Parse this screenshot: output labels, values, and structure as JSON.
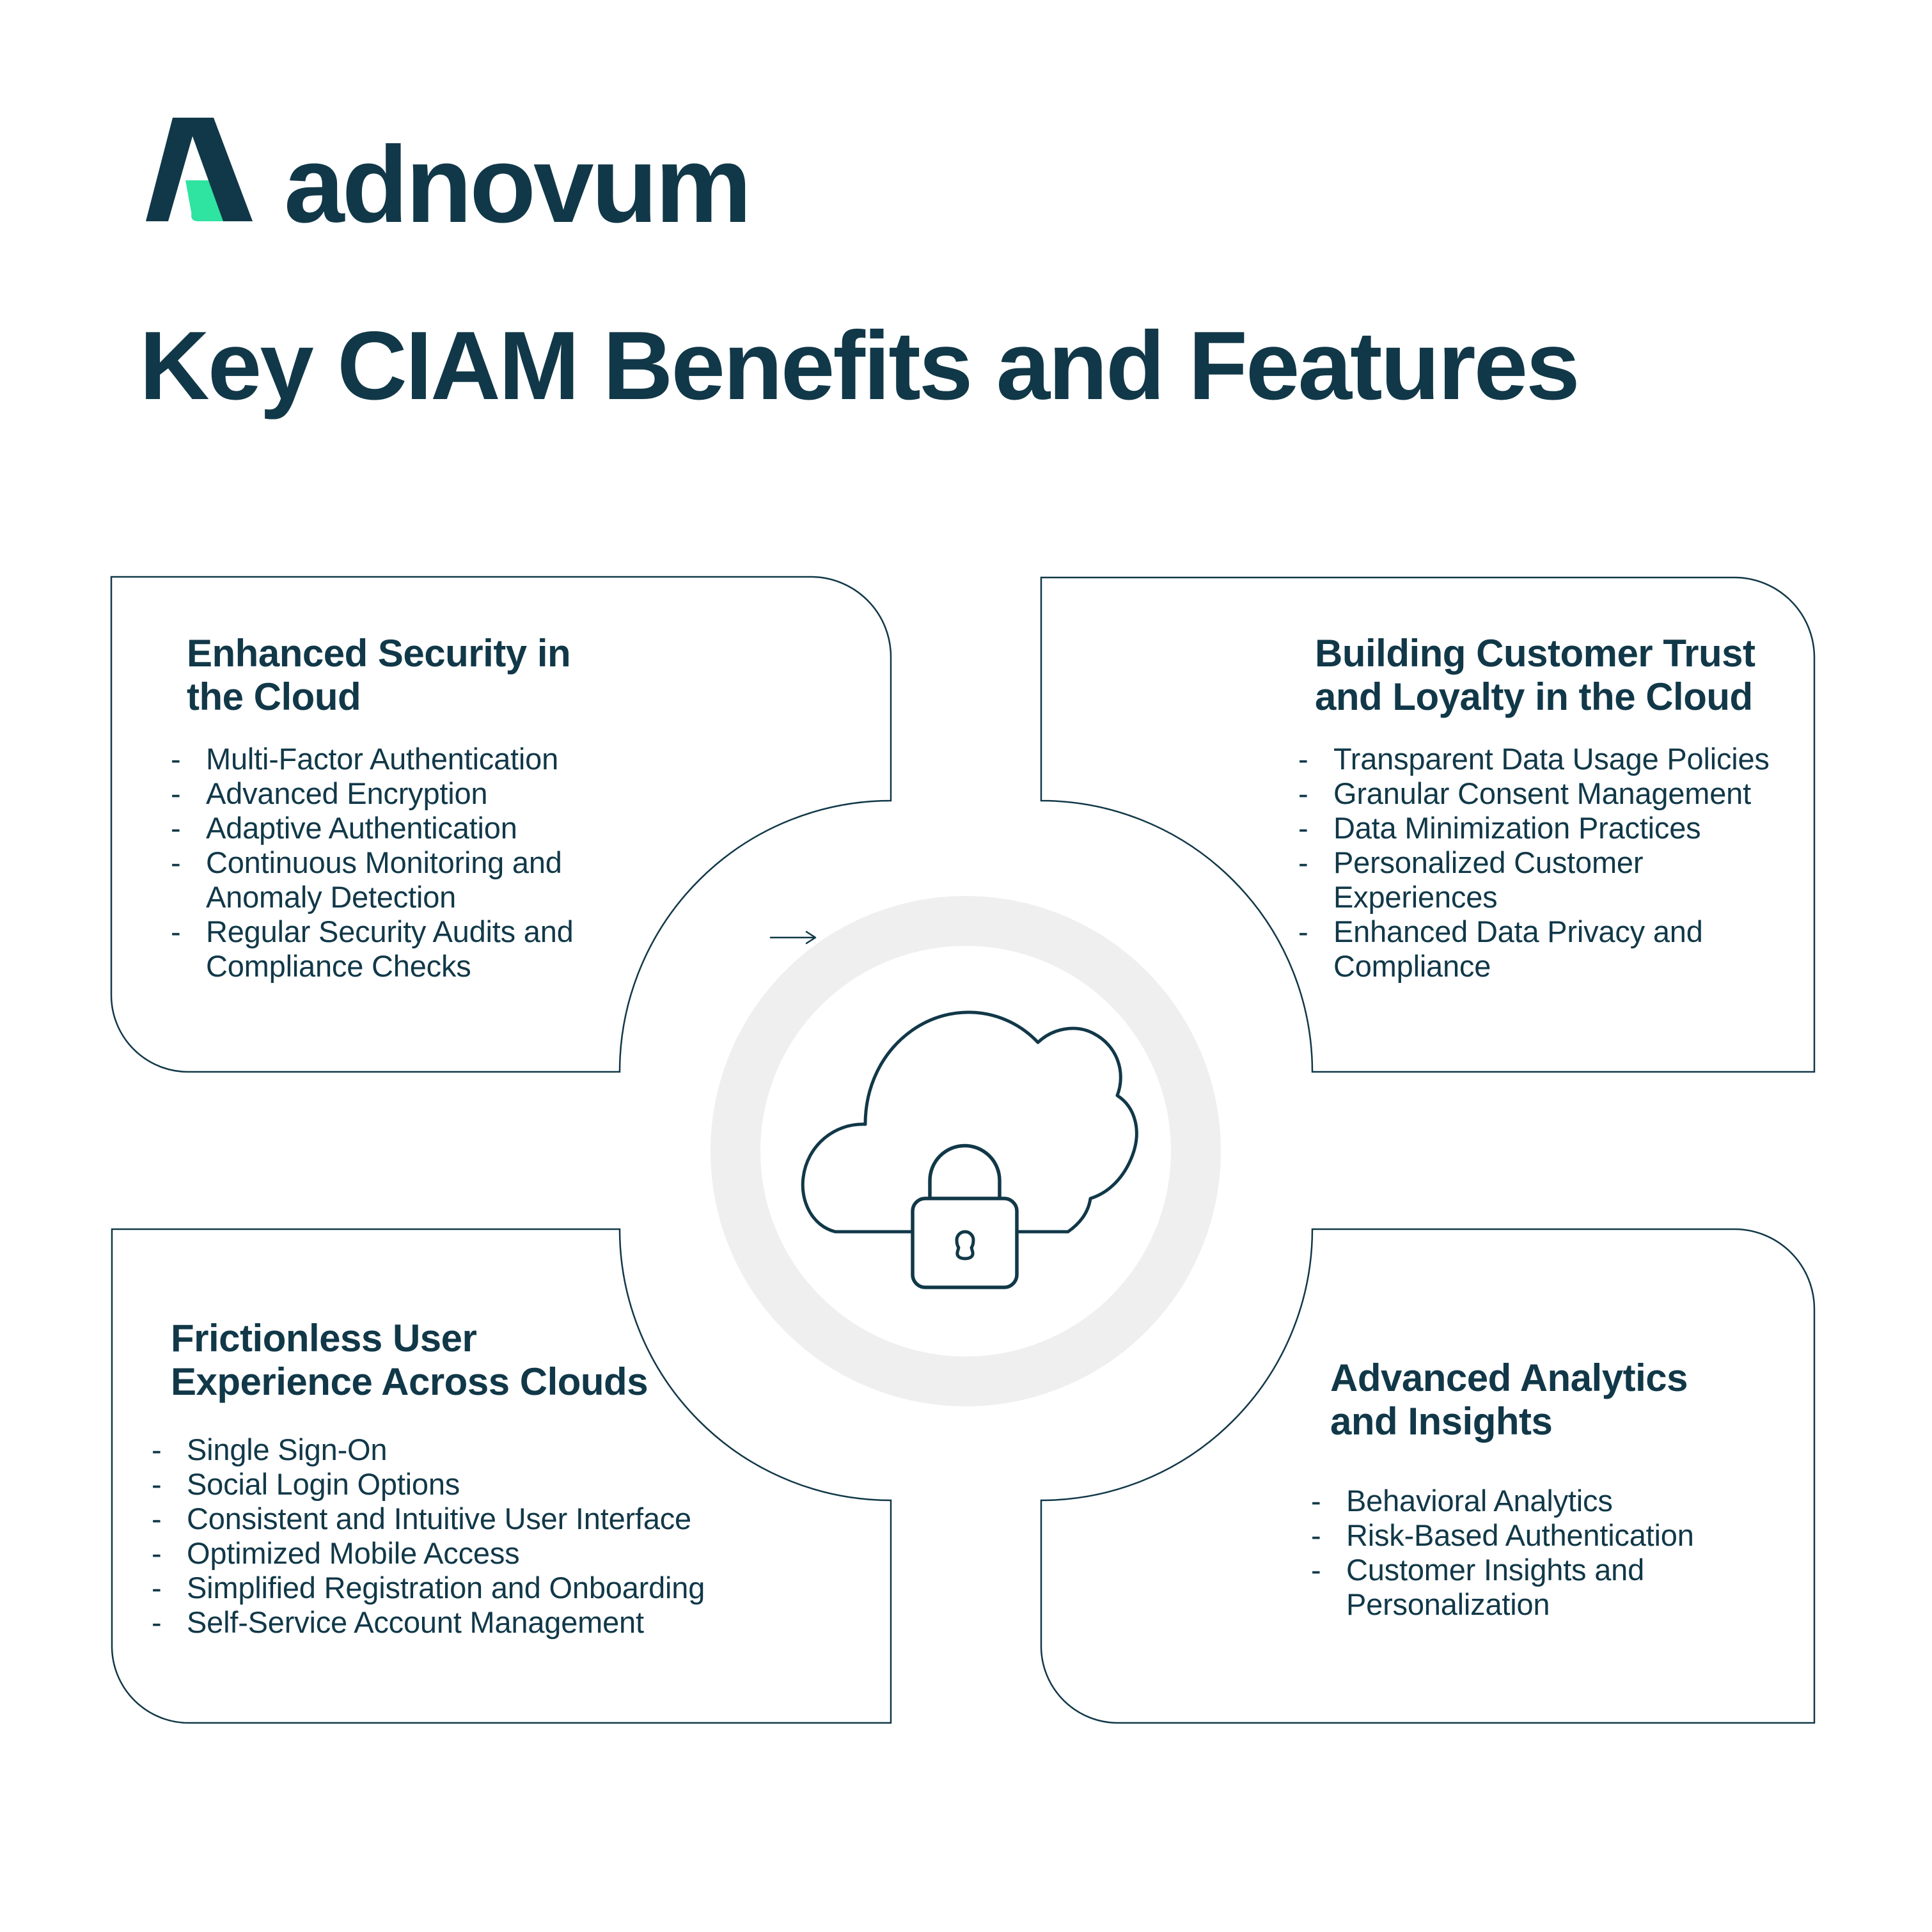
{
  "brand": {
    "name": "adnovum"
  },
  "page_title": "Key CIAM Benefits and Features",
  "bullet_char": "-",
  "colors": {
    "navy": "#113848",
    "logo_green": "#2FE3A1",
    "ring_gray": "#EFEFEF",
    "background": "#FFFFFF"
  },
  "center": {
    "icon": "cloud-lock-icon",
    "arrow_icon": "right-arrow-icon"
  },
  "panels": [
    {
      "id": "enhanced-security",
      "title": "Enhanced Security in\nthe Cloud",
      "items": [
        "Multi-Factor Authentication",
        "Advanced Encryption",
        "Adaptive Authentication",
        "Continuous Monitoring and\nAnomaly Detection",
        "Regular Security Audits and\nCompliance Checks"
      ]
    },
    {
      "id": "customer-trust",
      "title": "Building Customer Trust\nand Loyalty in the Cloud",
      "items": [
        "Transparent Data Usage Policies",
        "Granular Consent Management",
        "Data Minimization Practices",
        "Personalized Customer\nExperiences",
        "Enhanced Data Privacy and\nCompliance"
      ]
    },
    {
      "id": "frictionless-ux",
      "title": "Frictionless User\nExperience Across Clouds",
      "items": [
        "Single Sign-On",
        "Social Login Options",
        "Consistent and Intuitive User Interface",
        "Optimized Mobile Access",
        "Simplified Registration and Onboarding",
        "Self-Service Account Management"
      ]
    },
    {
      "id": "advanced-analytics",
      "title": "Advanced Analytics\nand Insights",
      "items": [
        "Behavioral Analytics",
        "Risk-Based Authentication",
        "Customer Insights and\nPersonalization"
      ]
    }
  ]
}
